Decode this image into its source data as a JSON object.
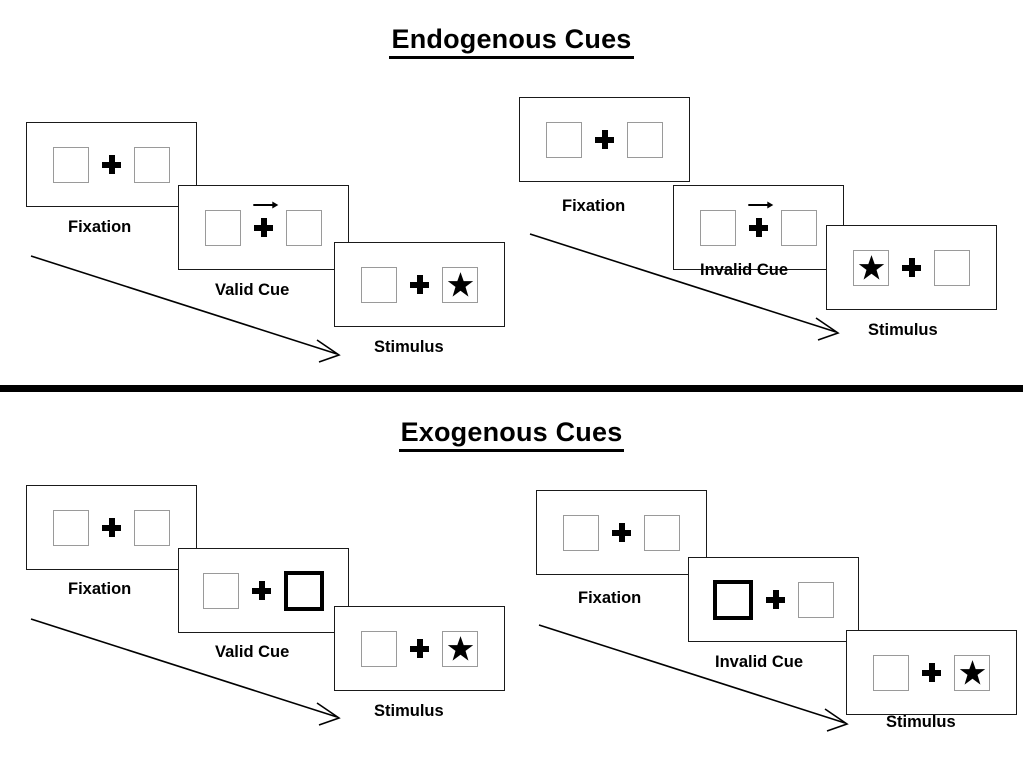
{
  "figure": {
    "type": "diagram",
    "description": "Posner-style attentional cueing paradigm trial sequences"
  },
  "sections": [
    {
      "id": "endogenous",
      "title": "Endogenous Cues",
      "panels": [
        {
          "id": "endogenous-valid",
          "cue_label": "Valid Cue",
          "frames": [
            {
              "stage": "Fixation",
              "label": "Fixation",
              "cue": "none",
              "left_box": "empty",
              "right_box": "empty"
            },
            {
              "stage": "Cue",
              "label": "Valid Cue",
              "cue": "arrow-right",
              "left_box": "empty",
              "right_box": "empty"
            },
            {
              "stage": "Stimulus",
              "label": "Stimulus",
              "cue": "none",
              "left_box": "empty",
              "right_box": "star"
            }
          ]
        },
        {
          "id": "endogenous-invalid",
          "cue_label": "Invalid Cue",
          "frames": [
            {
              "stage": "Fixation",
              "label": "Fixation",
              "cue": "none",
              "left_box": "empty",
              "right_box": "empty"
            },
            {
              "stage": "Cue",
              "label": "Invalid Cue",
              "cue": "arrow-right",
              "left_box": "empty",
              "right_box": "empty"
            },
            {
              "stage": "Stimulus",
              "label": "Stimulus",
              "cue": "none",
              "left_box": "star",
              "right_box": "empty"
            }
          ]
        }
      ]
    },
    {
      "id": "exogenous",
      "title": "Exogenous Cues",
      "panels": [
        {
          "id": "exogenous-valid",
          "cue_label": "Valid Cue",
          "frames": [
            {
              "stage": "Fixation",
              "label": "Fixation",
              "cue": "none",
              "left_box": "empty",
              "right_box": "empty"
            },
            {
              "stage": "Cue",
              "label": "Valid Cue",
              "cue": "box-flash",
              "left_box": "empty",
              "right_box": "cued"
            },
            {
              "stage": "Stimulus",
              "label": "Stimulus",
              "cue": "none",
              "left_box": "empty",
              "right_box": "star"
            }
          ]
        },
        {
          "id": "exogenous-invalid",
          "cue_label": "Invalid Cue",
          "frames": [
            {
              "stage": "Fixation",
              "label": "Fixation",
              "cue": "none",
              "left_box": "empty",
              "right_box": "empty"
            },
            {
              "stage": "Cue",
              "label": "Invalid Cue",
              "cue": "box-flash",
              "left_box": "cued",
              "right_box": "empty"
            },
            {
              "stage": "Stimulus",
              "label": "Stimulus",
              "cue": "none",
              "left_box": "empty",
              "right_box": "star"
            }
          ]
        }
      ]
    }
  ],
  "labels": {
    "endogenous_title": "Endogenous Cues",
    "exogenous_title": "Exogenous Cues",
    "fixation": "Fixation",
    "valid_cue": "Valid Cue",
    "invalid_cue": "Invalid Cue",
    "stimulus": "Stimulus"
  },
  "icons": {
    "fixation_cross": "plus-cross-icon",
    "cue_arrow": "arrow-right-icon",
    "target": "star-icon",
    "flow": "diagonal-arrow-icon"
  },
  "colors": {
    "background": "#ffffff",
    "ink": "#000000",
    "frame_border": "#1a1a1a",
    "box_border": "#9a9a9a",
    "cued_box_border": "#000000",
    "divider": "#000000"
  }
}
